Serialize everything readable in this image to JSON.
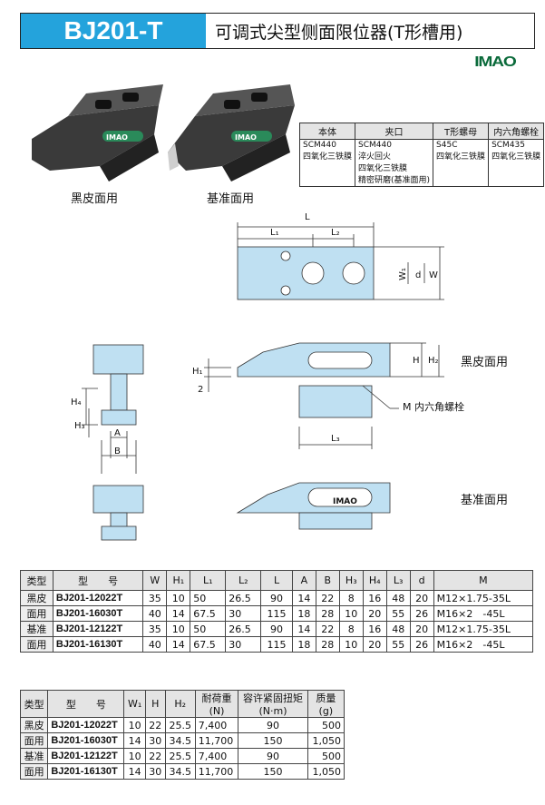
{
  "header": {
    "code": "BJ201-T",
    "title": "可调式尖型侧面限位器(T形槽用)",
    "brand": "IMAO"
  },
  "photos": {
    "left_caption": "黑皮面用",
    "right_caption": "基准面用",
    "badge": "IMAO"
  },
  "materials": {
    "headers": [
      "本体",
      "夹口",
      "T形螺母",
      "内六角螺栓"
    ],
    "cells": [
      [
        "SCM440",
        "四氧化三铁膜"
      ],
      [
        "SCM440",
        "淬火回火",
        "四氧化三铁膜",
        "精密研磨(基准面用)"
      ],
      [
        "S45C",
        "四氧化三铁膜"
      ],
      [
        "SCM435",
        "四氧化三铁膜"
      ]
    ]
  },
  "drawing": {
    "dims": {
      "L": "L",
      "L1": "L₁",
      "L2": "L₂",
      "W1": "W₁",
      "d": "d",
      "W": "W",
      "H": "H",
      "H2": "H₂",
      "H1": "H₁",
      "two": "2",
      "H4": "H₄",
      "H3": "H₃",
      "A": "A",
      "B": "B",
      "L3": "L₃"
    },
    "label_black": "黑皮面用",
    "label_bolt": "M 内六角螺栓",
    "label_ref": "基准面用",
    "badge": "IMAO"
  },
  "table1": {
    "headers": [
      "类型",
      "型　　号",
      "W",
      "H₁",
      "L₁",
      "L₂",
      "L",
      "A",
      "B",
      "H₃",
      "H₄",
      "L₃",
      "d",
      "M"
    ],
    "types": [
      "黑皮",
      "面用",
      "基准",
      "面用"
    ],
    "rows": [
      [
        "BJ201-12022T",
        "35",
        "10",
        "50",
        "26.5",
        "90",
        "14",
        "22",
        "8",
        "16",
        "48",
        "20",
        "M12×1.75-35L"
      ],
      [
        "BJ201-16030T",
        "40",
        "14",
        "67.5",
        "30",
        "115",
        "18",
        "28",
        "10",
        "20",
        "55",
        "26",
        "M16×2　-45L"
      ],
      [
        "BJ201-12122T",
        "35",
        "10",
        "50",
        "26.5",
        "90",
        "14",
        "22",
        "8",
        "16",
        "48",
        "20",
        "M12×1.75-35L"
      ],
      [
        "BJ201-16130T",
        "40",
        "14",
        "67.5",
        "30",
        "115",
        "18",
        "28",
        "10",
        "20",
        "55",
        "26",
        "M16×2　-45L"
      ]
    ]
  },
  "table2": {
    "headers": [
      "类型",
      "型　　号",
      "W₁",
      "H",
      "H₂",
      "耐荷重",
      "容许紧固扭矩",
      "质量"
    ],
    "subheaders": [
      "(N)",
      "(N·m)",
      "(g)"
    ],
    "types": [
      "黑皮",
      "面用",
      "基准",
      "面用"
    ],
    "rows": [
      [
        "BJ201-12022T",
        "10",
        "22",
        "25.5",
        "7,400",
        "90",
        "500"
      ],
      [
        "BJ201-16030T",
        "14",
        "30",
        "34.5",
        "11,700",
        "150",
        "1,050"
      ],
      [
        "BJ201-12122T",
        "10",
        "22",
        "25.5",
        "7,400",
        "90",
        "500"
      ],
      [
        "BJ201-16130T",
        "14",
        "30",
        "34.5",
        "11,700",
        "150",
        "1,050"
      ]
    ]
  },
  "colors": {
    "accent": "#24a3dc",
    "part_fill": "#bfe0f2",
    "dark_part": "#2a2a2a",
    "header_bg": "#e4e4e4"
  }
}
